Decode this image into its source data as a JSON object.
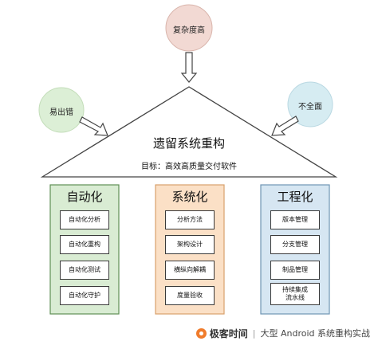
{
  "circles": {
    "top": {
      "label": "复杂度高",
      "fill": "#f2d9d3",
      "stroke": "#d9b5ac"
    },
    "left": {
      "label": "易出错",
      "fill": "#dcefd6",
      "stroke": "#c3ddb9"
    },
    "right": {
      "label": "不全面",
      "fill": "#d6ecf2",
      "stroke": "#b9d8e2"
    }
  },
  "roof": {
    "title": "遗留系统重构",
    "subtitle": "目标：高效高质量交付软件"
  },
  "pillars": [
    {
      "title": "自动化",
      "fill": "#d9ecd3",
      "border": "#5f8f55",
      "items": [
        "自动化分析",
        "自动化重构",
        "自动化测试",
        "自动化守护"
      ]
    },
    {
      "title": "系统化",
      "fill": "#fbe0c6",
      "border": "#d8a06c",
      "items": [
        "分析方法",
        "架构设计",
        "横纵向解耦",
        "度量验收"
      ]
    },
    {
      "title": "工程化",
      "fill": "#d6e6f2",
      "border": "#6f95b4",
      "items": [
        "版本管理",
        "分支管理",
        "制品管理",
        "持续集成\n流水线"
      ]
    }
  ],
  "footer": {
    "brand": "极客时间",
    "course": "大型 Android 系统重构实战",
    "accent": "#f07c2c"
  }
}
